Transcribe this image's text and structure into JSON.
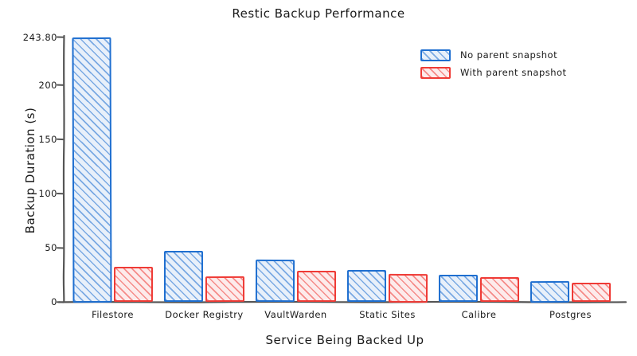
{
  "chart_data": {
    "type": "bar",
    "title": "Restic Backup Performance",
    "xlabel": "Service Being Backed Up",
    "ylabel": "Backup Duration (s)",
    "categories": [
      "Filestore",
      "Docker Registry",
      "VaultWarden",
      "Static Sites",
      "Calibre",
      "Postgres"
    ],
    "series": [
      {
        "name": "No parent snapshot",
        "color": "#1f6fd0",
        "values": [
          243.8,
          47.4,
          38.9,
          29.3,
          24.9,
          19.6
        ]
      },
      {
        "name": "With parent snapshot",
        "color": "#ef3b36",
        "values": [
          32.3,
          23.7,
          29.1,
          26.2,
          23.0,
          17.6
        ]
      }
    ],
    "ylim": [
      0,
      243.8
    ],
    "yticks": [
      0,
      50,
      100,
      150,
      200,
      243.8
    ],
    "ytick_labels": [
      "0",
      "50",
      "100",
      "150",
      "200",
      "243.80"
    ],
    "grid": false,
    "legend_position": "upper right",
    "style": "xkcd"
  },
  "legend": {
    "items": [
      {
        "label": "No parent snapshot",
        "swatch": "blue-hatched-swatch"
      },
      {
        "label": "With parent snapshot",
        "swatch": "red-hatched-swatch"
      }
    ]
  }
}
